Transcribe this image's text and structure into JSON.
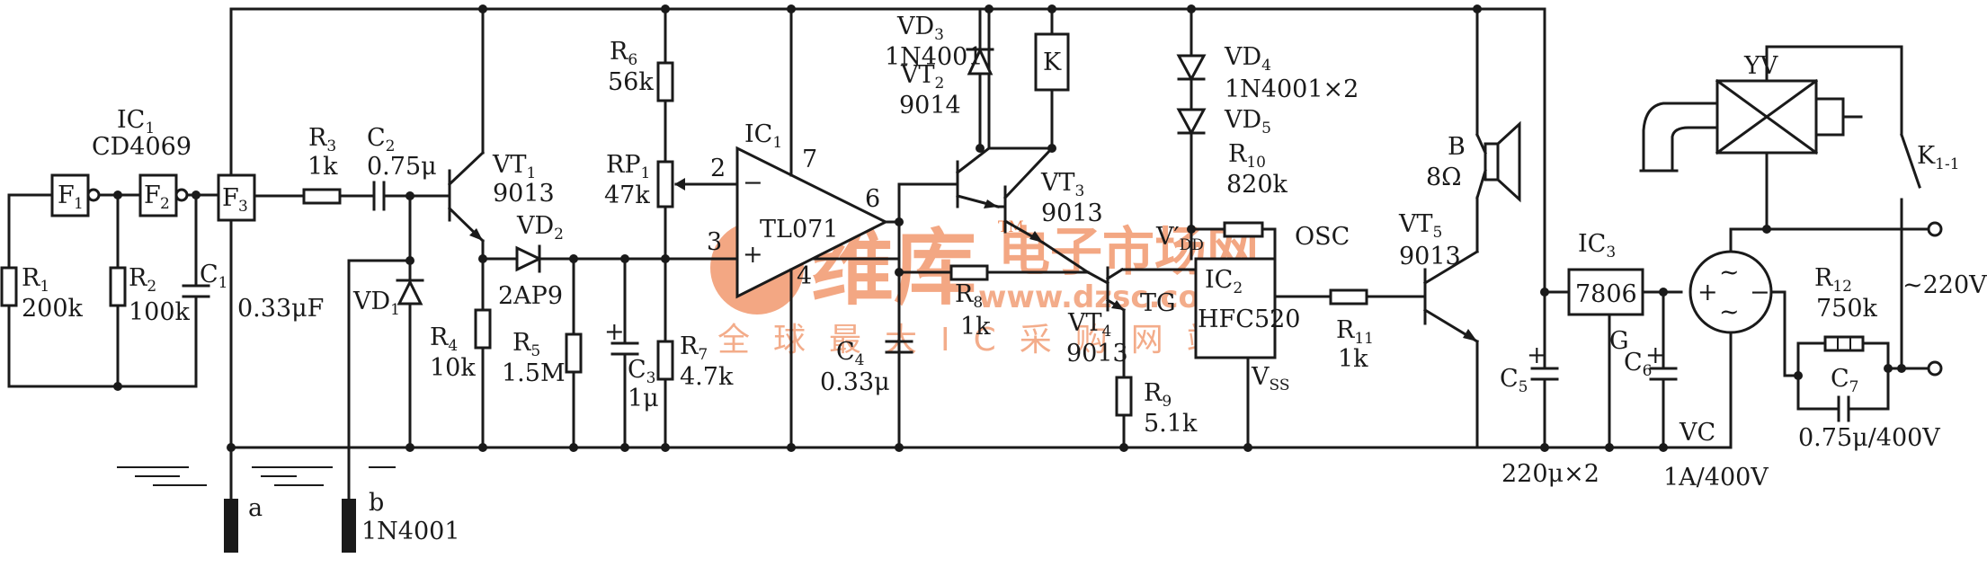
{
  "labels": {
    "ic1a": "IC",
    "ic1a_sub": "1",
    "cd4069": "CD4069",
    "f1": "F",
    "f1_sub": "1",
    "f2": "F",
    "f2_sub": "2",
    "f3": "F",
    "f3_sub": "3",
    "r1": "R",
    "r1_sub": "1",
    "r1_val": "200k",
    "r2": "R",
    "r2_sub": "2",
    "r2_val": "100k",
    "c1": "C",
    "c1_sub": "1",
    "c1_val": "0.33μF",
    "r3": "R",
    "r3_sub": "3",
    "r3_val": "1k",
    "c2": "C",
    "c2_sub": "2",
    "c2_val": "0.75μ",
    "vt1": "VT",
    "vt1_sub": "1",
    "vt1_val": "9013",
    "vd1": "VD",
    "vd1_sub": "1",
    "r4": "R",
    "r4_sub": "4",
    "r4_val": "10k",
    "vd2": "VD",
    "vd2_sub": "2",
    "vd2_val": "2AP9",
    "r5": "R",
    "r5_sub": "5",
    "r5_val": "1.5M",
    "c3": "C",
    "c3_sub": "3",
    "c3_val": "1μ",
    "r6": "R",
    "r6_sub": "6",
    "r6_val": "56k",
    "rp1": "RP",
    "rp1_sub": "1",
    "rp1_val": "47k",
    "r7": "R",
    "r7_sub": "7",
    "r7_val": "4.7k",
    "ic1b": "IC",
    "ic1b_sub": "1",
    "tl071": "TL071",
    "pin2": "2",
    "pin3": "3",
    "pin4": "4",
    "pin6": "6",
    "pin7": "7",
    "minus": "−",
    "plus": "+",
    "vd3": "VD",
    "vd3_sub": "3",
    "vd3_val": "1N4001",
    "k": "K",
    "vt2": "VT",
    "vt2_sub": "2",
    "vt2_val": "9014",
    "vt3": "VT",
    "vt3_sub": "3",
    "vt3_val": "9013",
    "r8": "R",
    "r8_sub": "8",
    "r8_val": "1k",
    "c4": "C",
    "c4_sub": "4",
    "c4_val": "0.33μ",
    "vd4": "VD",
    "vd4_sub": "4",
    "vd4_val": "1N4001×2",
    "vd5": "VD",
    "vd5_sub": "5",
    "r10": "R",
    "r10_sub": "10",
    "r10_val": "820k",
    "osc": "OSC",
    "vdd": "V′",
    "vdd_sub": "DD",
    "ic2": "IC",
    "ic2_sub": "2",
    "hfc": "HFC520",
    "tg": "TG",
    "vss": "V",
    "vss_sub": "SS",
    "vt4": "VT",
    "vt4_sub": "4",
    "vt4_val": "9013",
    "r9": "R",
    "r9_sub": "9",
    "r9_val": "5.1k",
    "r11": "R",
    "r11_sub": "11",
    "r11_val": "1k",
    "b": "B",
    "b_val": "8Ω",
    "vt5": "VT",
    "vt5_sub": "5",
    "vt5_val": "9013",
    "ic3": "IC",
    "ic3_sub": "3",
    "reg": "7806",
    "g": "G",
    "c5": "C",
    "c5_sub": "5",
    "c6": "C",
    "c6_sub": "6",
    "c56_val": "220μ×2",
    "vc": "VC",
    "vc_val": "1A/400V",
    "yv": "YV",
    "k11": "K",
    "k11_sub": "1-1",
    "r12": "R",
    "r12_sub": "12",
    "r12_val": "750k",
    "c7": "C",
    "c7_sub": "7",
    "c7_val": "0.75μ/400V",
    "ac": "~220V",
    "a": "a",
    "bprobe": "b",
    "probe_diode": "1N4001"
  },
  "watermark": {
    "brand": "维库",
    "tagline": "电子市场网",
    "tm": "TM",
    "url": "www.dzsc.com",
    "slogan": "全球最大IC采购网站",
    "color": "#ef8a5a"
  },
  "colors": {
    "ink": "#1a1a1a",
    "paper": "#ffffff"
  }
}
